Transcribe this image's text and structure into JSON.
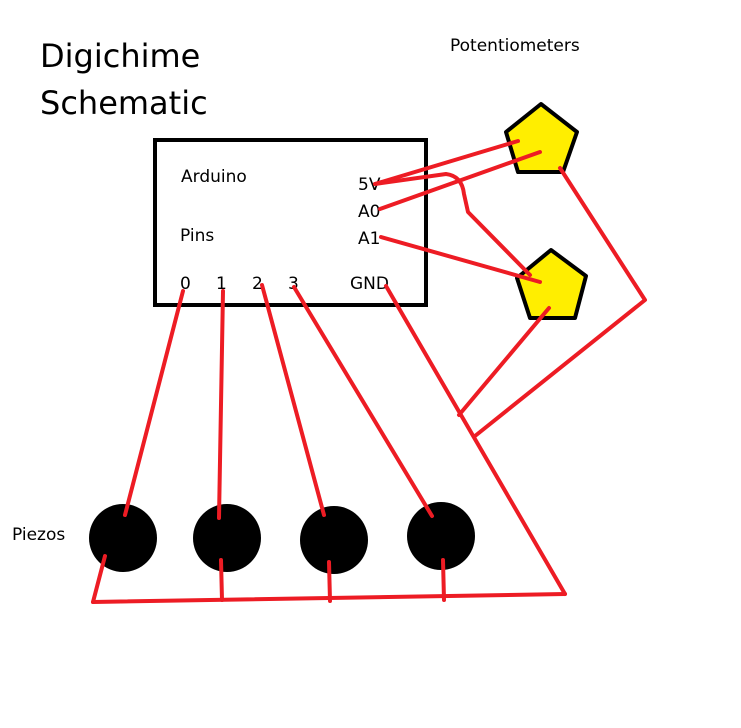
{
  "title": {
    "line1": "Digichime",
    "line2": "Schematic"
  },
  "labels": {
    "potentiometers": "Potentiometers",
    "piezos": "Piezos"
  },
  "arduino": {
    "name": "Arduino",
    "pins_label": "Pins",
    "pin_5v": "5V",
    "pin_a0": "A0",
    "pin_a1": "A1",
    "pin_0": "0",
    "pin_1": "1",
    "pin_2": "2",
    "pin_3": "3",
    "pin_gnd": "GND"
  },
  "colors": {
    "wire": "#ed1c24",
    "potentiometer": "#ffee00",
    "piezo": "#000000",
    "board_outline": "#000000"
  }
}
